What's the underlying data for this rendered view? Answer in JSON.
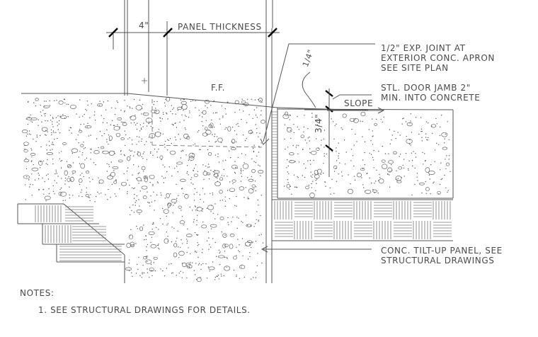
{
  "dimensions": {
    "four_inch": "4\"",
    "panel_thickness": "PANEL THICKNESS",
    "quarter_inch": "1/4\"",
    "three_quarter_inch": "3/4\""
  },
  "labels": {
    "finish_floor": "F.F.",
    "slope": "SLOPE"
  },
  "callouts": {
    "expansion_joint": [
      "1/2\" EXP. JOINT AT",
      "EXTERIOR CONC. APRON",
      "SEE SITE PLAN"
    ],
    "door_jamb": [
      "STL. DOOR JAMB 2\"",
      "MIN. INTO CONCRETE"
    ],
    "tilt_up_panel": [
      "CONC. TILT-UP PANEL, SEE",
      "STRUCTURAL DRAWINGS"
    ]
  },
  "notes": {
    "heading": "NOTES:",
    "items": [
      "1. SEE STRUCTURAL DRAWINGS FOR DETAILS."
    ]
  },
  "colors": {
    "line": "#555555",
    "text": "#4a4a4a",
    "tick": "#000000",
    "background": "#ffffff"
  }
}
